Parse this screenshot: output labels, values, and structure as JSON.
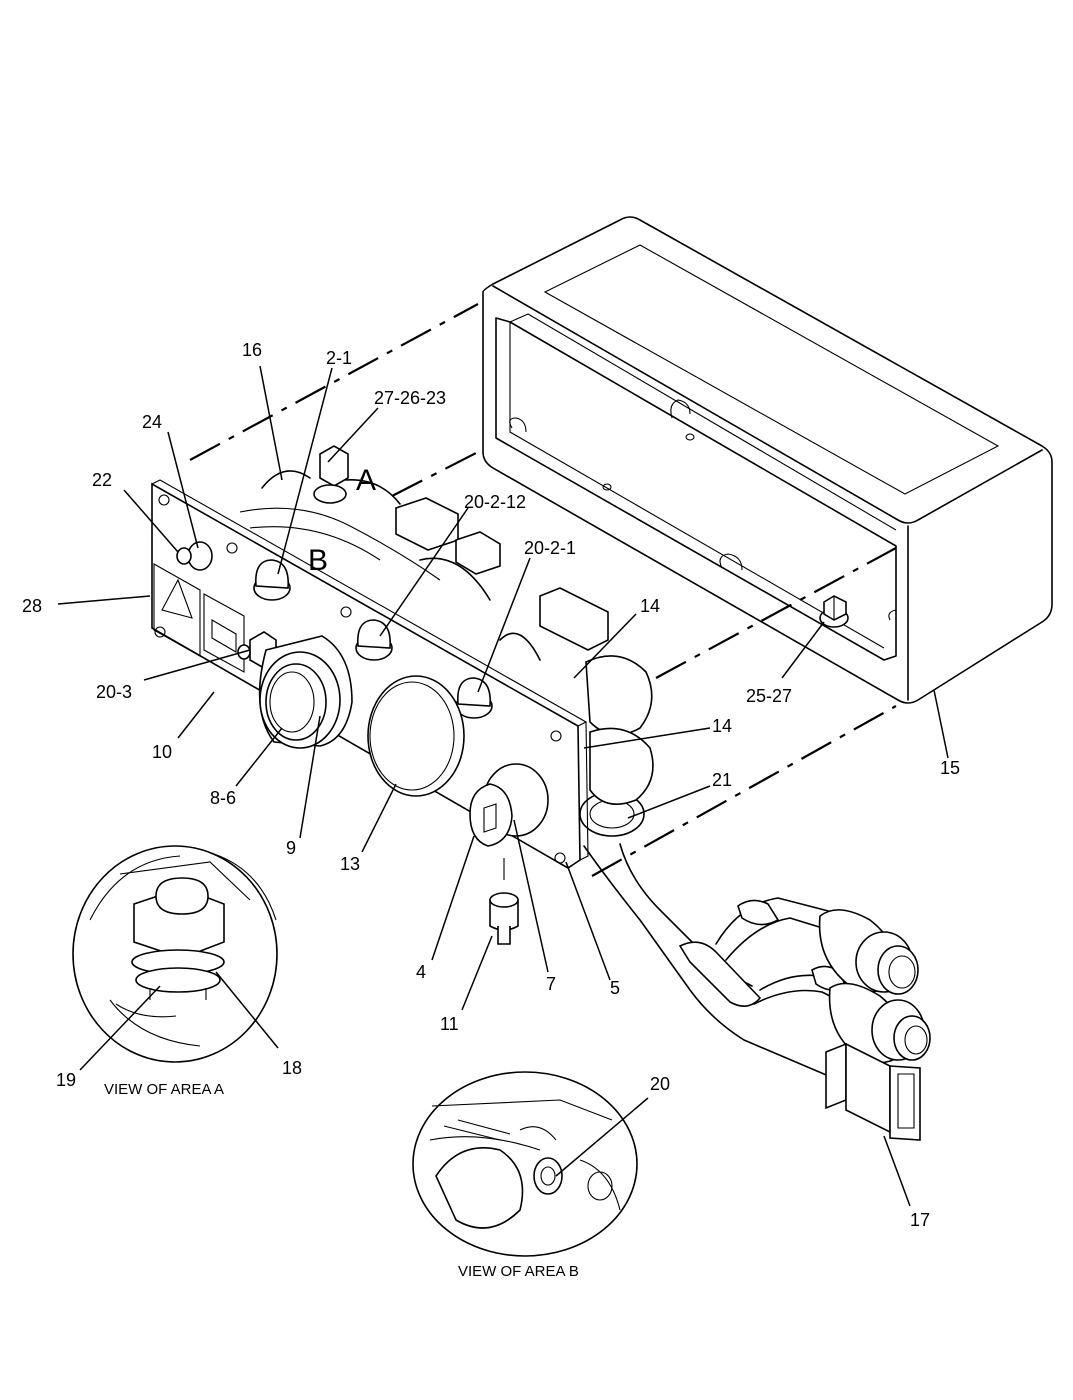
{
  "callouts": {
    "c16": "16",
    "c2_1": "2-1",
    "c27_26_23": "27-26-23",
    "c24": "24",
    "c22": "22",
    "c20_2_12": "20-2-12",
    "c20_2_1": "20-2-1",
    "c28": "28",
    "c14a": "14",
    "c14b": "14",
    "c20_3": "20-3",
    "c25_27": "25-27",
    "c10": "10",
    "c21": "21",
    "c15": "15",
    "c8_6": "8-6",
    "c9": "9",
    "c13": "13",
    "c19": "19",
    "c18": "18",
    "c4": "4",
    "c7": "7",
    "c5": "5",
    "c11": "11",
    "c20": "20",
    "c17": "17"
  },
  "area_letters": {
    "a": "A",
    "b": "B"
  },
  "captions": {
    "view_a": "VIEW OF AREA A",
    "view_b": "VIEW OF AREA B"
  }
}
